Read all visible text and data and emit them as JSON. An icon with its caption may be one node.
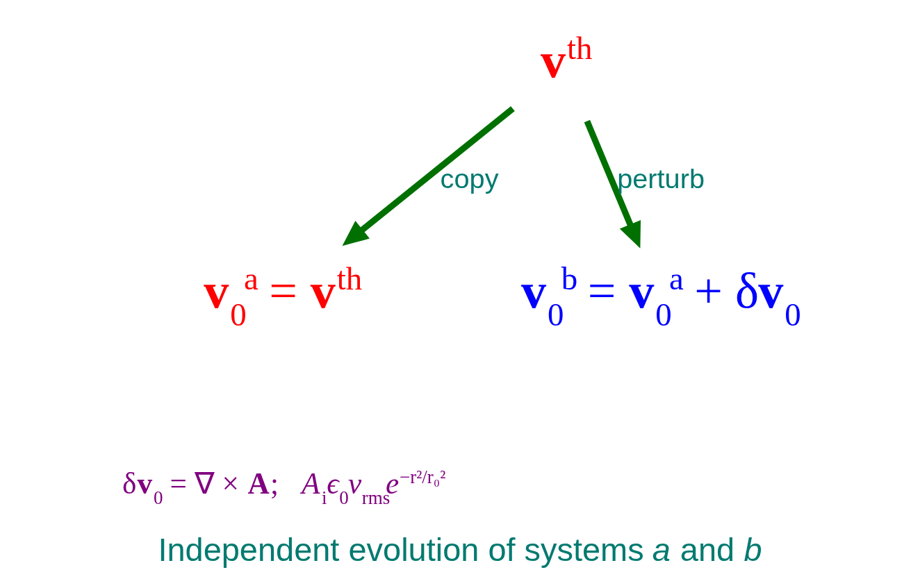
{
  "diagram": {
    "caption": "Independent evolution of systems *a* and *b*",
    "nodes": [
      {
        "text": [
          "**v**$^{th}$"
        ]
      },
      {
        "text": [
          "**v**$_{0}$$^{a}$ = **v**$^{th}$"
        ]
      },
      {
        "text": [
          "**v**$_{0}$$^{b}$ = **v**$_{0}$$^{a}$ + δ**v**$_{0}$"
        ]
      }
    ],
    "edges": [
      {
        "from": 0,
        "to": 1,
        "arrow": "to",
        "label": "copy"
      },
      {
        "from": 0,
        "to": 2,
        "arrow": "to",
        "label": "perturb"
      }
    ],
    "labels": [
      "δ**v**$_{0}$ = ∇ × **A**;   *A*$_{i}$*ϵ*$_{0}$*v*$_{rms}$*e*$^{−r²/r₀²}$"
    ]
  }
}
